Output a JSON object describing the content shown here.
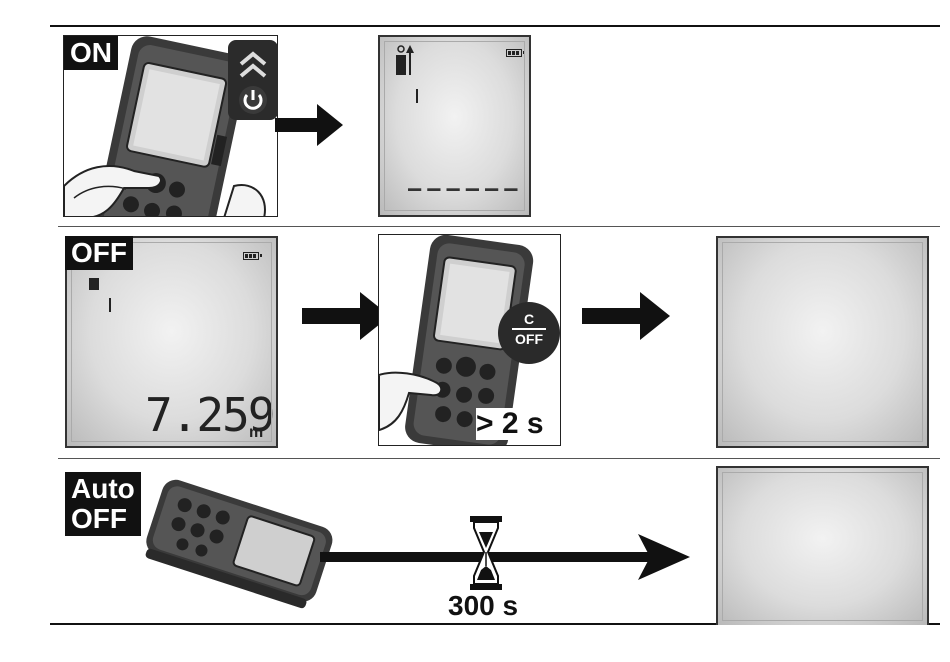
{
  "rows": {
    "on": {
      "tag": "ON"
    },
    "off": {
      "tag": "OFF",
      "reading": "7.259",
      "unit": "m",
      "hold_time": "> 2 s",
      "button_top": "C",
      "button_bottom": "OFF"
    },
    "auto": {
      "tag_line1": "Auto",
      "tag_line2": "OFF",
      "timeout": "300 s"
    }
  },
  "icons": {
    "power_button": "power-icon",
    "level_up": "double-chevron-up-icon",
    "hourglass": "hourglass-icon",
    "arrow": "arrow-right-icon",
    "battery": "battery-icon"
  },
  "colors": {
    "ink": "#111111",
    "lcd_light": "#f2f2f2",
    "lcd_dark": "#b9b9b9",
    "device": "#3a3a3a"
  }
}
